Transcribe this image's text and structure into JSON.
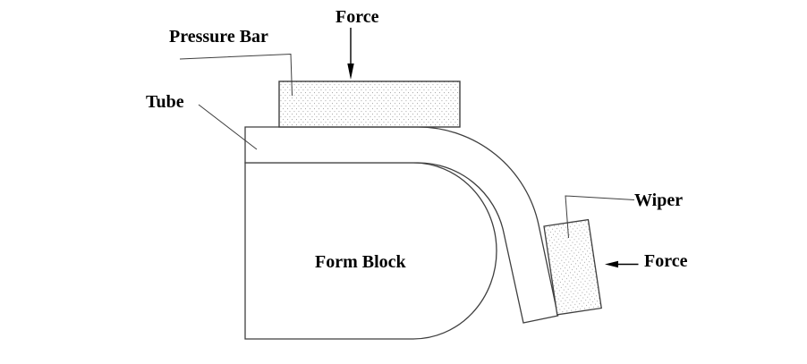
{
  "diagram": {
    "type": "tube-bending-process-schematic",
    "labels": {
      "force_top": "Force",
      "pressure_bar": "Pressure Bar",
      "tube": "Tube",
      "form_block": "Form Block",
      "wiper": "Wiper",
      "force_right": "Force"
    },
    "colors": {
      "background": "#ffffff",
      "line": "#3f3f3f",
      "text": "#000000",
      "stipple_dot": "#8f8f8f"
    }
  }
}
